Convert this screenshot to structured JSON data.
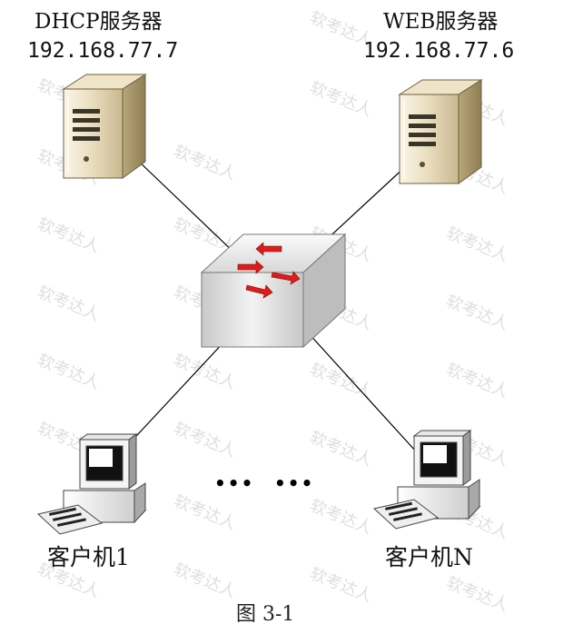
{
  "dhcp_server": {
    "name": "DHCP服务器",
    "ip": "192.168.77.7"
  },
  "web_server": {
    "name": "WEB服务器",
    "ip": "192.168.77.6"
  },
  "client_first": {
    "name": "客户机1"
  },
  "client_last": {
    "name": "客户机N"
  },
  "ellipsis_left": "•••",
  "ellipsis_right": "•••",
  "caption": "图 3-1",
  "watermark": "软考达人",
  "icons": {
    "server": "server-tower-icon",
    "switch": "network-switch-icon",
    "client": "desktop-computer-icon"
  },
  "colors": {
    "arrow": "#e01b1b",
    "server_body": "#d8c9a3",
    "switch_body": "#e6e6e6",
    "line": "#000000"
  }
}
